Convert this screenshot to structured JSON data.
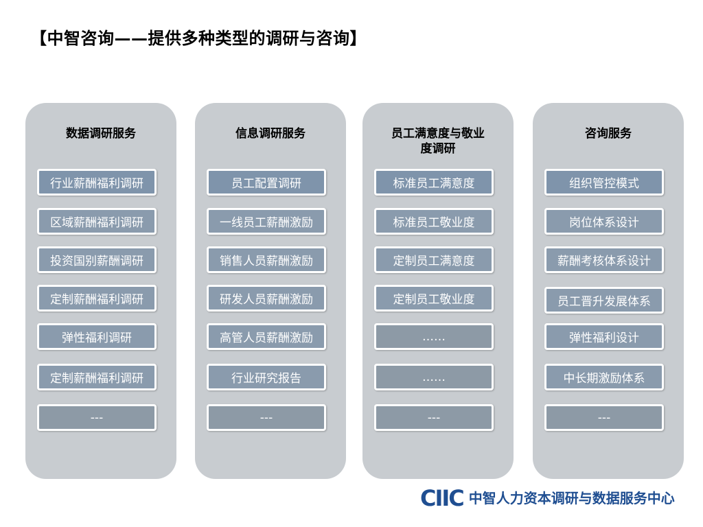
{
  "page": {
    "title": "【中智咨询——提供多种类型的调研与咨询】"
  },
  "columns": [
    {
      "heading": "数据调研服务",
      "items": [
        "行业薪酬福利调研",
        "区域薪酬福利调研",
        "投资国别薪酬调研",
        "定制薪酬福利调研",
        "弹性福利调研",
        "定制薪酬福利调研",
        "---"
      ]
    },
    {
      "heading": "信息调研服务",
      "items": [
        "员工配置调研",
        "一线员工薪酬激励",
        "销售人员薪酬激励",
        "研发人员薪酬激励",
        "高管人员薪酬激励",
        "行业研究报告",
        "---"
      ]
    },
    {
      "heading": "员工满意度与敬业度调研",
      "items": [
        "标准员工满意度",
        "标准员工敬业度",
        "定制员工满意度",
        "定制员工敬业度",
        "……",
        "……",
        "---"
      ]
    },
    {
      "heading": "咨询服务",
      "items": [
        "组织管控模式",
        "岗位体系设计",
        "薪酬考核体系设计",
        "员工晋升发展体系",
        "弹性福利设计",
        "中长期激励体系",
        "---"
      ]
    }
  ],
  "footer": {
    "logo_mark": "CIIC",
    "logo_text": "中智人力资本调研与数据服务中心"
  },
  "colors": {
    "column_bg": "#c8ccd0",
    "item_bg": "#8a9bad",
    "brand_blue": "#1f4e91"
  }
}
